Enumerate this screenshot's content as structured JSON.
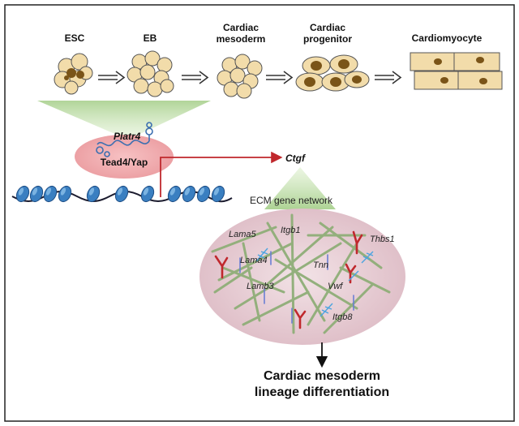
{
  "stages": [
    {
      "label_lines": [
        "ESC"
      ]
    },
    {
      "label_lines": [
        "EB"
      ]
    },
    {
      "label_lines": [
        "Cardiac",
        "mesoderm"
      ]
    },
    {
      "label_lines": [
        "Cardiac",
        "progenitor"
      ]
    },
    {
      "label_lines": [
        "Cardiomyocyte"
      ]
    }
  ],
  "lncrna": "Platr4",
  "complex": "Tead4/Yap",
  "target": "Ctgf",
  "network": {
    "title": "ECM gene network",
    "genes": [
      "Lama5",
      "Itgb1",
      "Thbs1",
      "Lama4",
      "Tnn",
      "Lamb3",
      "Vwf",
      "Itgb8"
    ]
  },
  "outcome": {
    "line1": "Cardiac mesoderm",
    "line2": "lineage differentiation"
  },
  "colors": {
    "cell_fill": "#f2dcaa",
    "cell_stroke": "#555555",
    "nucleus": "#7a5418",
    "cone": "#a8d08d",
    "tead_fill": "#f2a6a8",
    "ecm_fill": "#e9cfd6",
    "fiber": "#8fae78",
    "red_arrow": "#c0282d",
    "nucleosome": "#3a7fc1",
    "rna": "#3c6fb0"
  }
}
